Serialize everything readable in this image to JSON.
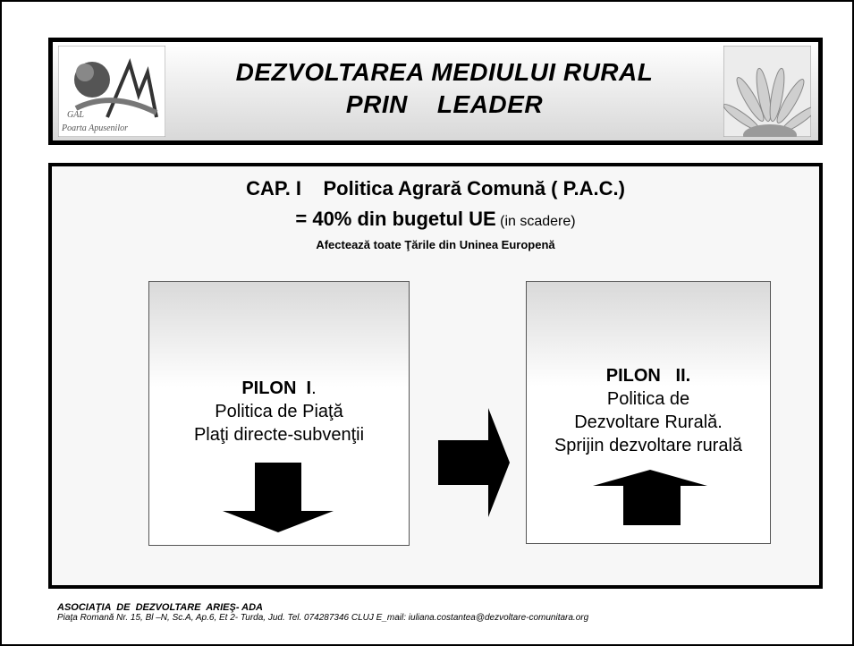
{
  "header": {
    "title_line1": "DEZVOLTAREA MEDIULUI RURAL",
    "title_line2": "PRIN    LEADER",
    "logo_left_text": [
      "GAL",
      "Poarta Apusenilor"
    ],
    "logo_right": "sunflower-image"
  },
  "main": {
    "cap_title": "CAP. I    Politica Agrară Comună ( P.A.C.)",
    "budget_main": "= 40% din bugetul UE",
    "budget_note": " (in scadere)",
    "affects": "Afectează toate Ţările din Uninea Europenă"
  },
  "pilon1": {
    "heading": "PILON  I",
    "heading_suffix": ".",
    "line1": "Politica de Piaţă",
    "line2": "Plaţi directe-subvenţii"
  },
  "pilon2": {
    "heading": "PILON   II.",
    "line1": "Politica de",
    "line2": "Dezvoltare Rurală.",
    "line3": "Sprijin dezvoltare rurală"
  },
  "footer": {
    "org": "ASOCIAŢIA  DE  DEZVOLTARE  ARIEŞ- ADA",
    "address": "Piaţa Romană Nr. 15, Bl –N, Sc.A, Ap.6, Et 2- Turda, Jud. Tel. 074287346  CLUJ E_mail: iuliana.costantea@dezvoltare-comunitara.org"
  },
  "colors": {
    "border": "#000000",
    "panel_bg": "#f7f7f7",
    "arrow": "#000000"
  }
}
